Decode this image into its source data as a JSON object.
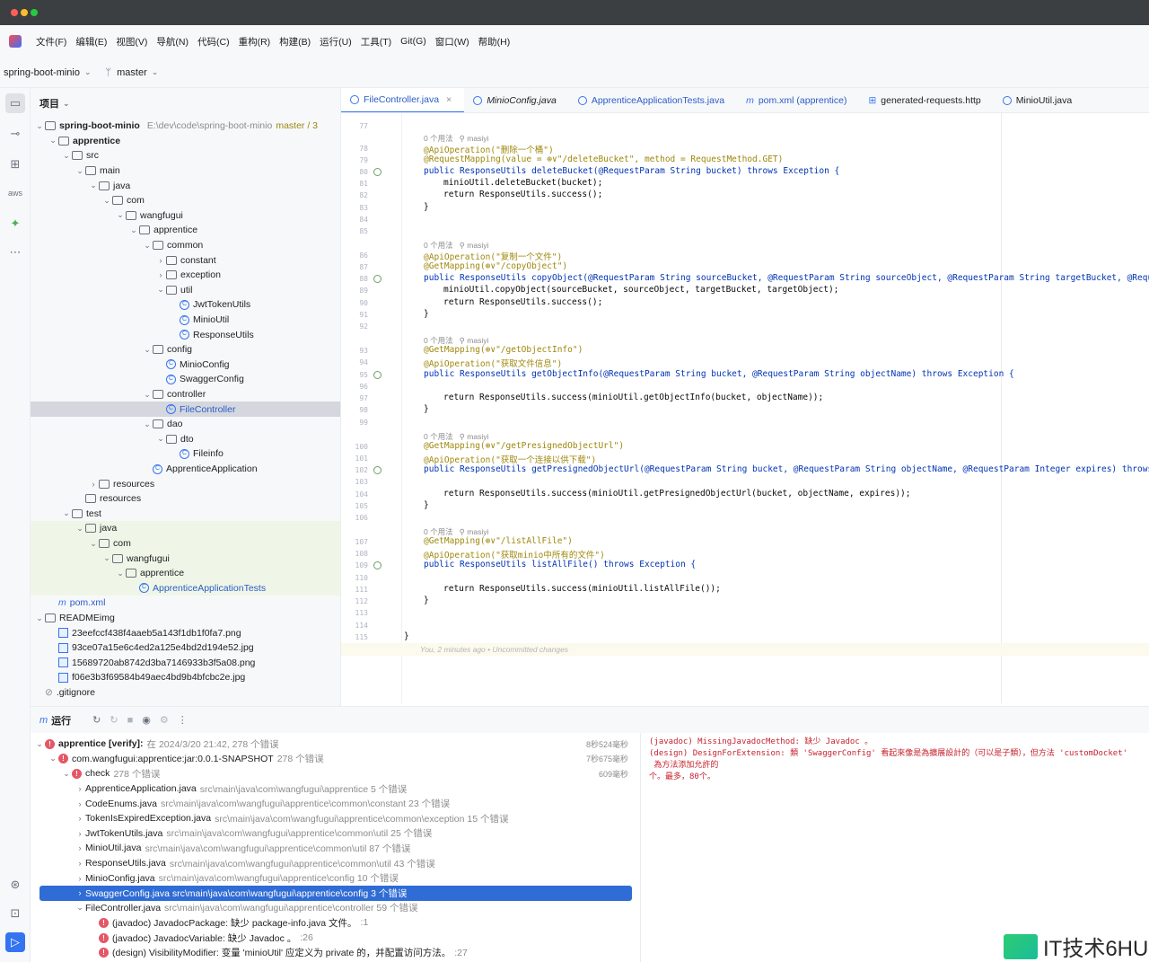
{
  "menu": [
    "文件(F)",
    "编辑(E)",
    "视图(V)",
    "导航(N)",
    "代码(C)",
    "重构(R)",
    "构建(B)",
    "运行(U)",
    "工具(T)",
    "Git(G)",
    "窗口(W)",
    "帮助(H)"
  ],
  "project": {
    "name": "spring-boot-minio",
    "branch": "master"
  },
  "panel": {
    "title": "项目",
    "root_label": "spring-boot-minio",
    "root_path": "E:\\dev\\code\\spring-boot-minio",
    "root_branch": "master / 3"
  },
  "tree": [
    "apprentice",
    "src",
    "main",
    "java",
    "com",
    "wangfugui",
    "apprentice",
    "common",
    "constant",
    "exception",
    "util",
    "JwtTokenUtils",
    "MinioUtil",
    "ResponseUtils",
    "config",
    "MinioConfig",
    "SwaggerConfig",
    "controller",
    "FileController",
    "dao",
    "dto",
    "Fileinfo",
    "ApprenticeApplication",
    "resources",
    "resources",
    "test",
    "java",
    "com",
    "wangfugui",
    "apprentice",
    "ApprenticeApplicationTests",
    "pom.xml",
    "READMEimg",
    "23eefccf438f4aaeb5a143f1db1f0fa7.png",
    "93ce07a15e6c4ed2a125e4bd2d194e52.jpg",
    "15689720ab8742d3ba7146933b3f5a08.png",
    "f06e3b3f69584b49aec4bd9b4bfcbc2e.jpg",
    ".gitignore"
  ],
  "tabs": [
    "FileController.java",
    "MinioConfig.java",
    "ApprenticeApplicationTests.java",
    "pom.xml (apprentice)",
    "generated-requests.http",
    "MinioUtil.java"
  ],
  "hints": {
    "usage": "0 个用法",
    "author": "masiyi",
    "blame": "You, 2 minutes ago • Uncommitted changes"
  },
  "code": {
    "d_op": "@ApiOperation(\"删除一个桶\")",
    "d_map": "@RequestMapping(value = ⊕∨\"/deleteBucket\", method = RequestMethod.GET)",
    "d_sig": "public ResponseUtils deleteBucket(@RequestParam String bucket) throws Exception {",
    "d_b1": "minioUtil.deleteBucket(bucket);",
    "d_b2": "return ResponseUtils.success();",
    "c_op": "@ApiOperation(\"复制一个文件\")",
    "c_map": "@GetMapping(⊕∨\"/copyObject\")",
    "c_sig": "public ResponseUtils copyObject(@RequestParam String sourceBucket, @RequestParam String sourceObject, @RequestParam String targetBucket, @RequestP",
    "c_b1": "minioUtil.copyObject(sourceBucket, sourceObject, targetBucket, targetObject);",
    "c_b2": "return ResponseUtils.success();",
    "g_map": "@GetMapping(⊕∨\"/getObjectInfo\")",
    "g_op": "@ApiOperation(\"获取文件信息\")",
    "g_sig": "public ResponseUtils getObjectInfo(@RequestParam String bucket, @RequestParam String objectName) throws Exception {",
    "g_b1": "return ResponseUtils.success(minioUtil.getObjectInfo(bucket, objectName));",
    "p_map": "@GetMapping(⊕∨\"/getPresignedObjectUrl\")",
    "p_op": "@ApiOperation(\"获取一个连接以供下载\")",
    "p_sig": "public ResponseUtils getPresignedObjectUrl(@RequestParam String bucket, @RequestParam String objectName, @RequestParam Integer expires) throws Exc",
    "p_b1": "return ResponseUtils.success(minioUtil.getPresignedObjectUrl(bucket, objectName, expires));",
    "l_map": "@GetMapping(⊕∨\"/listAllFile\")",
    "l_op": "@ApiOperation(\"获取minio中所有的文件\")",
    "l_sig": "public ResponseUtils listAllFile() throws Exception {",
    "l_b1": "return ResponseUtils.success(minioUtil.listAllFile());"
  },
  "run": {
    "title": "运行",
    "rows": [
      {
        "label": "apprentice [verify]:",
        "rest": "在 2024/3/20 21:42, 278 个错误",
        "time": "8秒524毫秒"
      },
      {
        "label": "com.wangfugui:apprentice:jar:0.0.1-SNAPSHOT",
        "rest": "278 个错误",
        "time": "7秒675毫秒"
      },
      {
        "label": "check",
        "rest": "278 个错误",
        "time": "609毫秒"
      },
      {
        "label": "ApprenticeApplication.java",
        "rest": "src\\main\\java\\com\\wangfugui\\apprentice 5 个错误"
      },
      {
        "label": "CodeEnums.java",
        "rest": "src\\main\\java\\com\\wangfugui\\apprentice\\common\\constant 23 个错误"
      },
      {
        "label": "TokenIsExpiredException.java",
        "rest": "src\\main\\java\\com\\wangfugui\\apprentice\\common\\exception 15 个错误"
      },
      {
        "label": "JwtTokenUtils.java",
        "rest": "src\\main\\java\\com\\wangfugui\\apprentice\\common\\util 25 个错误"
      },
      {
        "label": "MinioUtil.java",
        "rest": "src\\main\\java\\com\\wangfugui\\apprentice\\common\\util 87 个错误"
      },
      {
        "label": "ResponseUtils.java",
        "rest": "src\\main\\java\\com\\wangfugui\\apprentice\\common\\util 43 个错误"
      },
      {
        "label": "MinioConfig.java",
        "rest": "src\\main\\java\\com\\wangfugui\\apprentice\\config 10 个错误"
      },
      {
        "label": "SwaggerConfig.java src\\main\\java\\com\\wangfugui\\apprentice\\config 3 个错误",
        "rest": ""
      },
      {
        "label": "FileController.java",
        "rest": "src\\main\\java\\com\\wangfugui\\apprentice\\controller 59 个错误"
      },
      {
        "label": "(javadoc) JavadocPackage: 缺少 package-info.java 文件。",
        "rest": ":1"
      },
      {
        "label": "(javadoc) JavadocVariable: 缺少 Javadoc 。",
        "rest": ":26"
      },
      {
        "label": "(design) VisibilityModifier: 变量 'minioUtil' 应定义为 private 的，并配置访问方法。",
        "rest": ":27"
      }
    ]
  },
  "console": [
    "(javadoc) MissingJavadocMethod: 缺少 Javadoc 。",
    "(design) DesignForExtension: 類 'SwaggerConfig' 看起來像是為擴展設計的（可以是子類），但方法 'customDocket'",
    " 為方法添加允許的",
    "个。最多，80个。"
  ],
  "watermark": "IT技术6HU"
}
